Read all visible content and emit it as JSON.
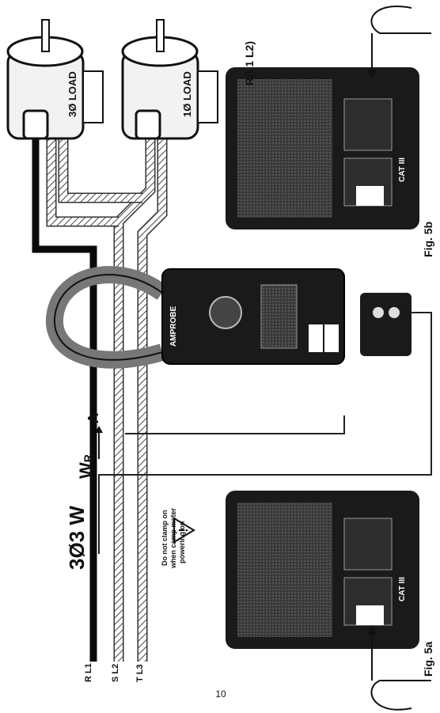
{
  "page_number": "10",
  "system_label": "3Ø3 W",
  "meter_connection_label": "W",
  "meter_connection_subscript": "R",
  "current_arrow_label": "A",
  "phase_labels": [
    "R L1",
    "S L2",
    "T L3"
  ],
  "warning": {
    "icon": "warning-triangle-icon",
    "lines": [
      "Do not clamp on",
      "when camp meter",
      "powering on"
    ]
  },
  "loads": [
    {
      "label": "3Ø LOAD"
    },
    {
      "label": "1Ø LOAD"
    }
  ],
  "figures": {
    "fig_5a": {
      "caption": "Fig. 5a",
      "cat_text": "CAT III"
    },
    "fig_5b": {
      "caption": "Fig. 5b",
      "reading_label": "R(L1 L2)",
      "cat_text": "CAT III"
    }
  },
  "meter_brand": "AMPROBE",
  "colors": {
    "phase_r": "#0a0a0a",
    "hatched_wire": "#d9d9d9",
    "meter_body": "#1a1a1a"
  }
}
